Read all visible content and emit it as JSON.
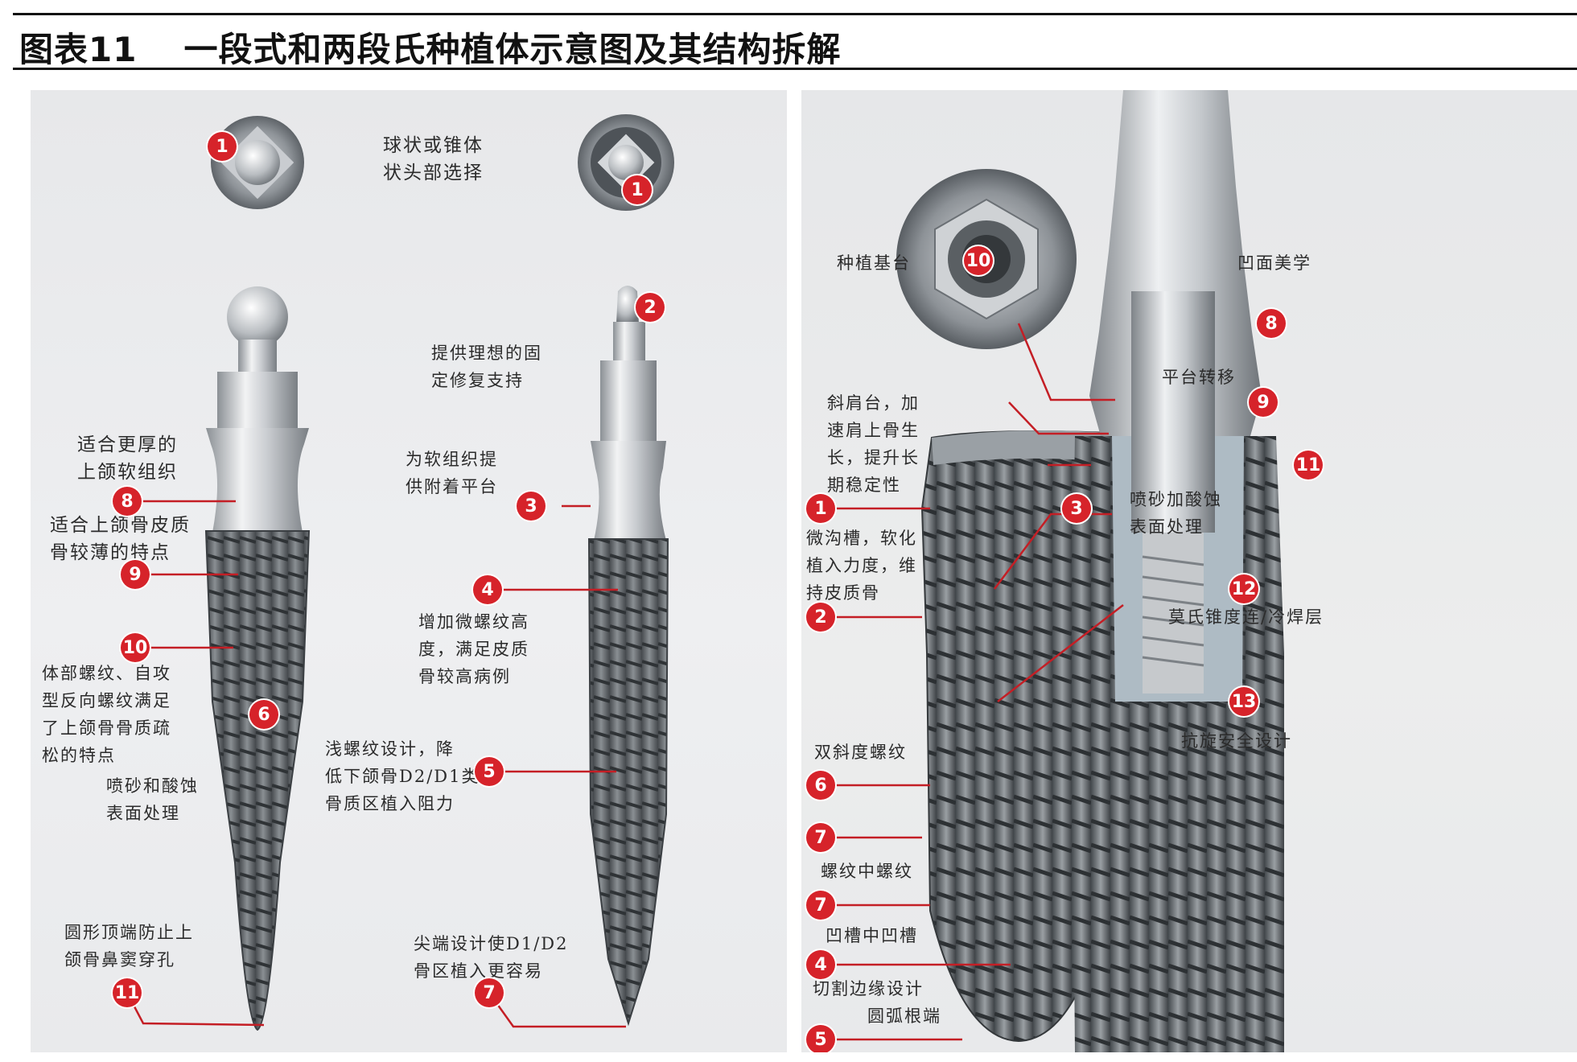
{
  "figure": {
    "number": "图表11",
    "caption": "一段式和两段氏种植体示意图及其结构拆解"
  },
  "left_panel": {
    "labels": {
      "head_choice": "球状或锥体\n状头部选择",
      "ideal_support": "提供理想的固\n定修复支持",
      "thick_soft_tissue": "适合更厚的\n上颌软组织",
      "soft_tissue_platform": "为软组织提\n供附着平台",
      "thin_cortical": "适合上颌骨皮质\n骨较薄的特点",
      "micro_thread_height": "增加微螺纹高\n度，满足皮质\n骨较高病例",
      "body_thread": "体部螺纹、自攻\n型反向螺纹满足\n了上颌骨骨质疏\n松的特点",
      "shallow_thread": "浅螺纹设计，降\n低下颌骨D2/D1类\n骨质区植入阻力",
      "sandblast_etch": "喷砂和酸蚀\n表面处理",
      "round_apex": "圆形顶端防止上\n颌骨鼻窦穿孔",
      "pointed_apex": "尖端设计使D1/D2\n骨区植入更容易"
    },
    "badges": {
      "b1a": "1",
      "b1b": "1",
      "b2": "2",
      "b3": "3",
      "b4": "4",
      "b5": "5",
      "b6": "6",
      "b7": "7",
      "b8": "8",
      "b9": "9",
      "b10": "10",
      "b11": "11"
    }
  },
  "right_panel": {
    "labels": {
      "abutment": "种植基台",
      "concave_aesthetics": "凹面美学",
      "platform_switch": "平台转移",
      "bevel_shoulder": "斜肩台，加\n速肩上骨生\n长，提升长\n期稳定性",
      "sandblast_acid": "喷砂加酸蚀\n表面处理",
      "micro_groove": "微沟槽，软化\n植入力度，维\n持皮质骨",
      "morse_taper": "莫氏锥度连/冷焊层",
      "anti_rotation": "抗旋安全设计",
      "double_taper": "双斜度螺纹",
      "thread_in_thread": "螺纹中螺纹",
      "groove_in_groove": "凹槽中凹槽",
      "cutting_edge": "切割边缘设计",
      "round_root": "圆弧根端"
    },
    "badges": {
      "r10": "10",
      "r8": "8",
      "r9": "9",
      "r11": "11",
      "r12": "12",
      "r13": "13",
      "r1": "1",
      "r2": "2",
      "r3": "3",
      "r6": "6",
      "r7a": "7",
      "r7b": "7",
      "r4": "4",
      "r5": "5"
    }
  },
  "colors": {
    "badge_red": "#d6232a",
    "leader_red": "#c41e25",
    "titanium_dark": "#5d6266",
    "steel_light": "#d9dcdf"
  }
}
